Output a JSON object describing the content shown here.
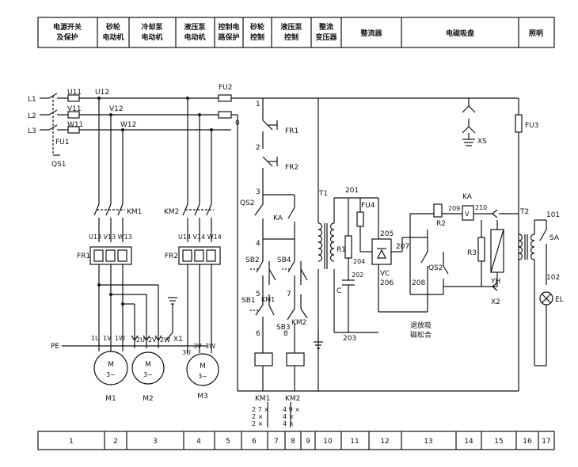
{
  "header": {
    "c1": [
      "电源开关",
      "及保护"
    ],
    "c2": [
      "砂轮",
      "电动机"
    ],
    "c3": [
      "冷却泵",
      "电动机"
    ],
    "c4": [
      "液压泵",
      "电动机"
    ],
    "c5": [
      "控制电",
      "路保护"
    ],
    "c6": [
      "砂轮",
      "控制"
    ],
    "c7": [
      "液压泵",
      "控制"
    ],
    "c8": [
      "整流",
      "变压器"
    ],
    "c9": [
      "整流器"
    ],
    "c10": [
      "电磁吸盘"
    ],
    "c11": [
      "照明"
    ]
  },
  "footer": [
    "1",
    "2",
    "3",
    "4",
    "5",
    "6",
    "7",
    "8",
    "9",
    "10",
    "11",
    "12",
    "13",
    "14",
    "15",
    "16",
    "17"
  ],
  "labels": {
    "L1": "L1",
    "L2": "L2",
    "L3": "L3",
    "QS1": "QS1",
    "FU1": "FU1",
    "U11": "U11",
    "V11": "V11",
    "W11": "W11",
    "U12": "U12",
    "V12": "V12",
    "W12": "W12",
    "FU2": "FU2",
    "FU3": "FU3",
    "FU4": "FU4",
    "zero": "0",
    "KM1": "KM1",
    "KM2": "KM2",
    "FR1": "FR1",
    "FR2": "FR2",
    "U13W13": "U13 V13 W13",
    "U14W14": "U14 V14 W14",
    "PE": "PE",
    "1U": "1U",
    "1V": "1V",
    "1W": "1W",
    "2U": "2U",
    "2V": "2V",
    "2W": "2W",
    "X1": "X1",
    "3U": "3U",
    "3V": "3V",
    "3W": "3W",
    "M": "M",
    "three": "3~",
    "M1": "M1",
    "M2": "M2",
    "M3": "M3",
    "n1": "1",
    "n2": "2",
    "n3": "3",
    "n4": "4",
    "n5": "5",
    "n6": "6",
    "n7": "7",
    "n8": "8",
    "QS2": "QS2",
    "KA": "KA",
    "SB1": "SB1",
    "SB2": "SB2",
    "SB3": "SB3",
    "SB4": "SB4",
    "KM1c": "KM1",
    "KM2c": "KM2",
    "KM1b": "KM1",
    "KM2b": "KM2",
    "T1": "T1",
    "T2": "T2",
    "n201": "201",
    "n202": "202",
    "n203": "203",
    "n204": "204",
    "n205": "205",
    "n206": "206",
    "n207": "207",
    "n208": "208",
    "n209": "209",
    "n210": "210",
    "n101": "101",
    "n102": "102",
    "R1": "R1",
    "R2": "R2",
    "R3": "R3",
    "C": "C",
    "VC": "VC",
    "QS2b": "QS2",
    "XS": "XS",
    "X2": "X2",
    "YH": "YH",
    "SA": "SA",
    "EL": "EL",
    "V": "V",
    "note1": "退放吸",
    "note2": "磁松合",
    "km1_contacts": [
      "2  7  ×",
      "2  ×",
      "2  ×"
    ],
    "km2_contacts": [
      "4  9  ×",
      "4  ×",
      "4  ×"
    ]
  }
}
